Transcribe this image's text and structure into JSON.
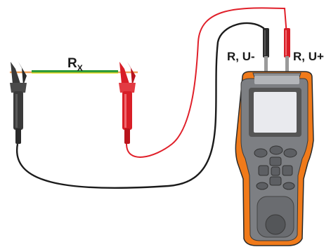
{
  "labels": {
    "resistor_main": "R",
    "resistor_sub": "X",
    "terminal_left": "R, U-",
    "terminal_right": "R, U+"
  },
  "colors": {
    "wire_black": "#1b1b1b",
    "wire_red": "#e0202a",
    "clip_black": "#3a3a3a",
    "clip_red": "#d81e27",
    "conductor_copper": "#f3a15a",
    "insulation_green": "#2e9b3a",
    "insulation_yellow": "#e9d81e",
    "meter_orange": "#f07a1a",
    "meter_body": "#7d7f83",
    "screen": "#e9eaee"
  },
  "icons": {
    "meter": "handheld-meter-icon",
    "clip_left": "alligator-clip-black-icon",
    "clip_right": "alligator-clip-red-icon"
  }
}
